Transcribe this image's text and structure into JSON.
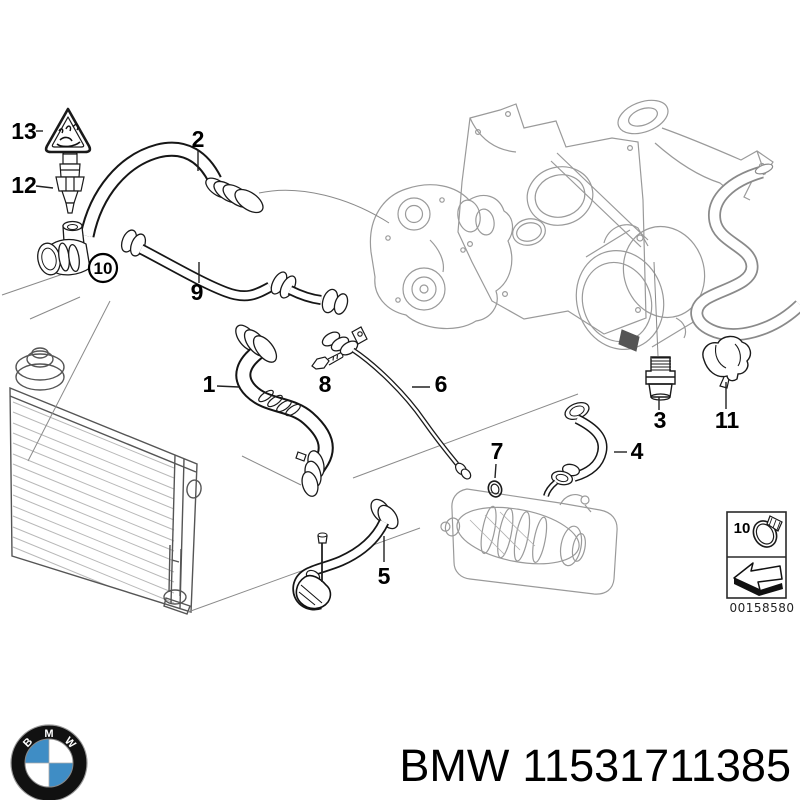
{
  "diagram": {
    "callouts": {
      "c1": "1",
      "c2": "2",
      "c3": "3",
      "c4": "4",
      "c5": "5",
      "c6": "6",
      "c7": "7",
      "c8": "8",
      "c9": "9",
      "c10_circle": "10",
      "c11": "11",
      "c12": "12",
      "c13": "13"
    },
    "legend": {
      "ref": "10",
      "image_code": "00158580"
    }
  },
  "footer": {
    "brand": "BMW",
    "part_number": "11531711385",
    "logo_letters": {
      "b": "B",
      "m": "M",
      "w": "W"
    }
  },
  "colors": {
    "bmw_blue": "#3f8dc5",
    "line": "#1a1a1a",
    "context_gray": "#9a9a9a"
  }
}
